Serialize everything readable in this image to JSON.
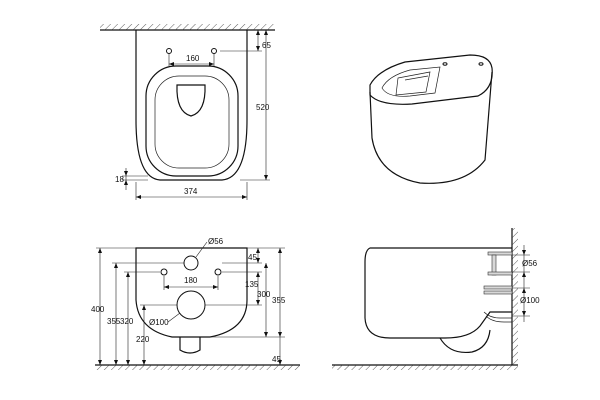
{
  "dimensions": {
    "top_offset": "65",
    "bolt_spacing_top": "160",
    "height_total": "520",
    "rim_offset": "18",
    "width_total": "374",
    "outlet_diameter_small": "Ø56",
    "offset_45_top": "45",
    "bolt_spacing_front": "180",
    "offset_135": "135",
    "height_300": "300",
    "height_355_right": "355",
    "height_400": "400",
    "height_355_left": "355",
    "height_320": "320",
    "outlet_diameter_large": "Ø100",
    "height_220": "220",
    "offset_45_bottom": "45",
    "side_outlet_small": "Ø56",
    "side_outlet_large": "Ø100"
  },
  "colors": {
    "line": "#111111",
    "pipe_fill": "#d8d8d8"
  }
}
